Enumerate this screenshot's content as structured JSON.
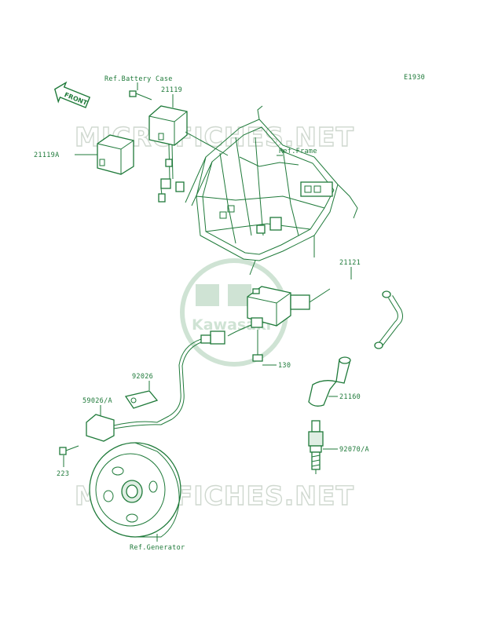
{
  "diagram": {
    "code": "E1930",
    "front_label": "FRONT",
    "watermark": "MICROFICHES.NET",
    "logo_text": "Kawasaki",
    "labels": {
      "battery_case": "Ref.Battery Case",
      "p21119": "21119",
      "p21119a": "21119A",
      "frame": "Ref.Frame",
      "p21121": "21121",
      "p130": "130",
      "p92026": "92026",
      "p59026": "59026/A",
      "p21160": "21160",
      "p92070": "92070/A",
      "p223": "223",
      "generator": "Ref.Generator"
    }
  },
  "colors": {
    "ink": "#1f7a3a",
    "watermark": "#cfd8cf",
    "logo": "#a8cdb1"
  }
}
